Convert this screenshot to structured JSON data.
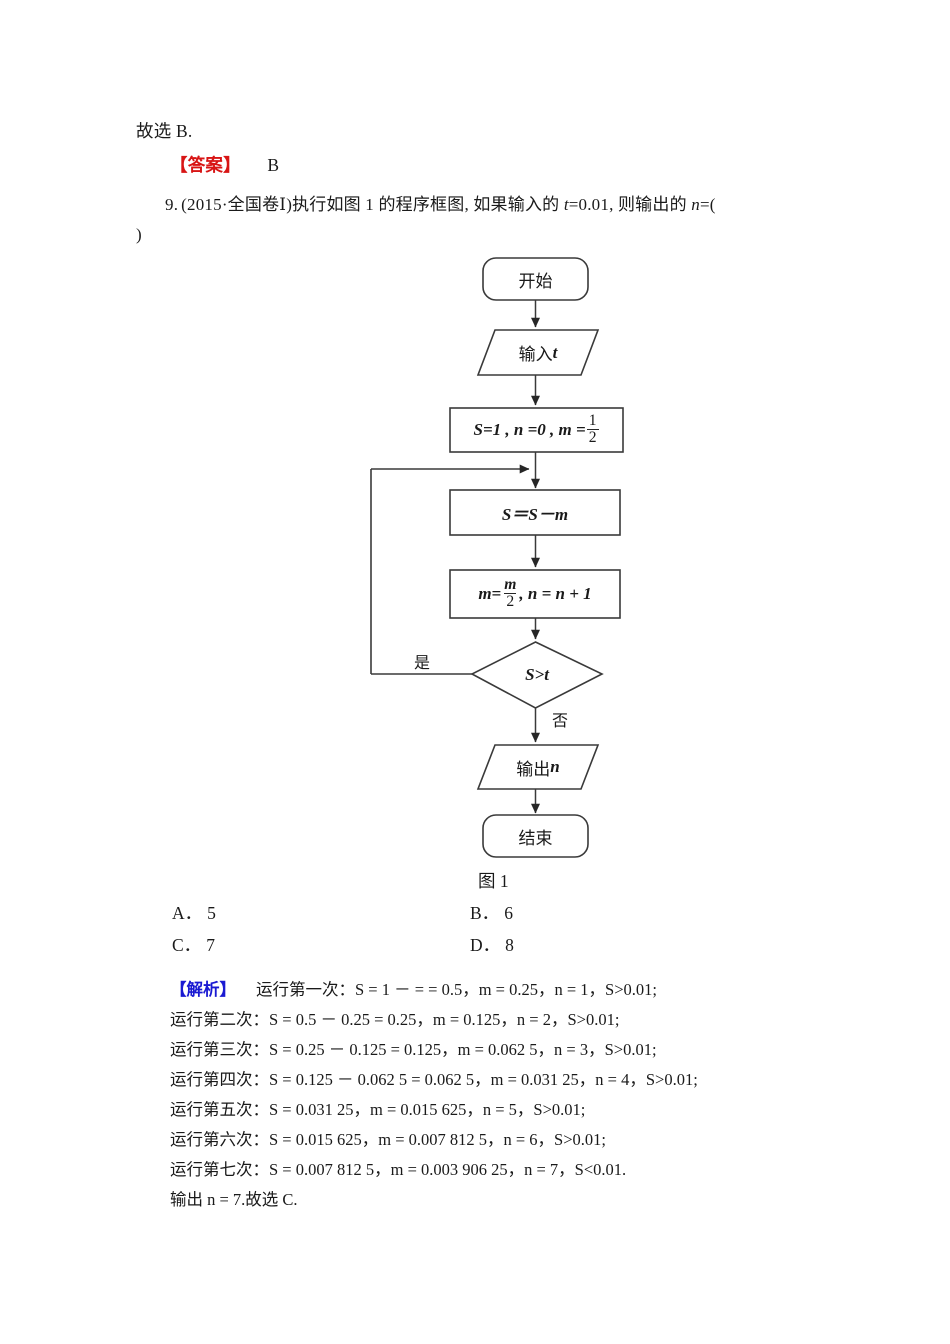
{
  "header": {
    "conclusion_prev": "故选 B.",
    "answer_tag": "【答案】",
    "answer_value": "B"
  },
  "question": {
    "number": "9.",
    "source": "(2015·全国卷Ⅰ)",
    "text_part1": "执行如图 1 的程序框图, 如果输入的 ",
    "var_t": "t",
    "equals_t": "=0.01, 则输出的 ",
    "var_n": "n",
    "tail": "=(",
    "continuation": ")"
  },
  "flowchart": {
    "caption": "图 1",
    "nodes": {
      "start": "开始",
      "input": "输入",
      "input_var": "t",
      "init_s": "S",
      "init_text": "=1 , n =0 , m =",
      "init_frac_num": "1",
      "init_frac_den": "2",
      "process1": "S＝S－m",
      "process2_lhs": "m",
      "process2_eq": "=",
      "process2_num": "m",
      "process2_den": "2",
      "process2_rest": ", n = n + 1",
      "decision": "S>t",
      "output": "输出",
      "output_var": "n",
      "end": "结束"
    },
    "branch_yes": "是",
    "branch_no": "否"
  },
  "options": [
    {
      "key": "A．",
      "value": "5"
    },
    {
      "key": "B．",
      "value": "6"
    },
    {
      "key": "C．",
      "value": "7"
    },
    {
      "key": "D．",
      "value": "8"
    }
  ],
  "solution": {
    "tag": "【解析】",
    "lines": [
      "运行第一次：S = 1 －  =  = 0.5，m = 0.25，n = 1，S>0.01;",
      "运行第二次：S = 0.5 － 0.25 = 0.25，m = 0.125，n = 2，S>0.01;",
      "运行第三次：S = 0.25 － 0.125 = 0.125，m = 0.062 5，n = 3，S>0.01;",
      "运行第四次：S = 0.125 － 0.062 5 = 0.062 5，m = 0.031 25，n = 4，S>0.01;",
      "运行第五次：S = 0.031 25，m = 0.015 625，n = 5，S>0.01;",
      "运行第六次：S = 0.015 625，m = 0.007 812 5，n = 6，S>0.01;",
      "运行第七次：S = 0.007 812 5，m = 0.003 906 25，n = 7，S<0.01.",
      "输出 n = 7.故选 C."
    ]
  },
  "colors": {
    "answer_tag": "#d81515",
    "solution_tag": "#1a1ad2",
    "stroke": "#3a3a3a",
    "text": "#1a1a1a"
  }
}
